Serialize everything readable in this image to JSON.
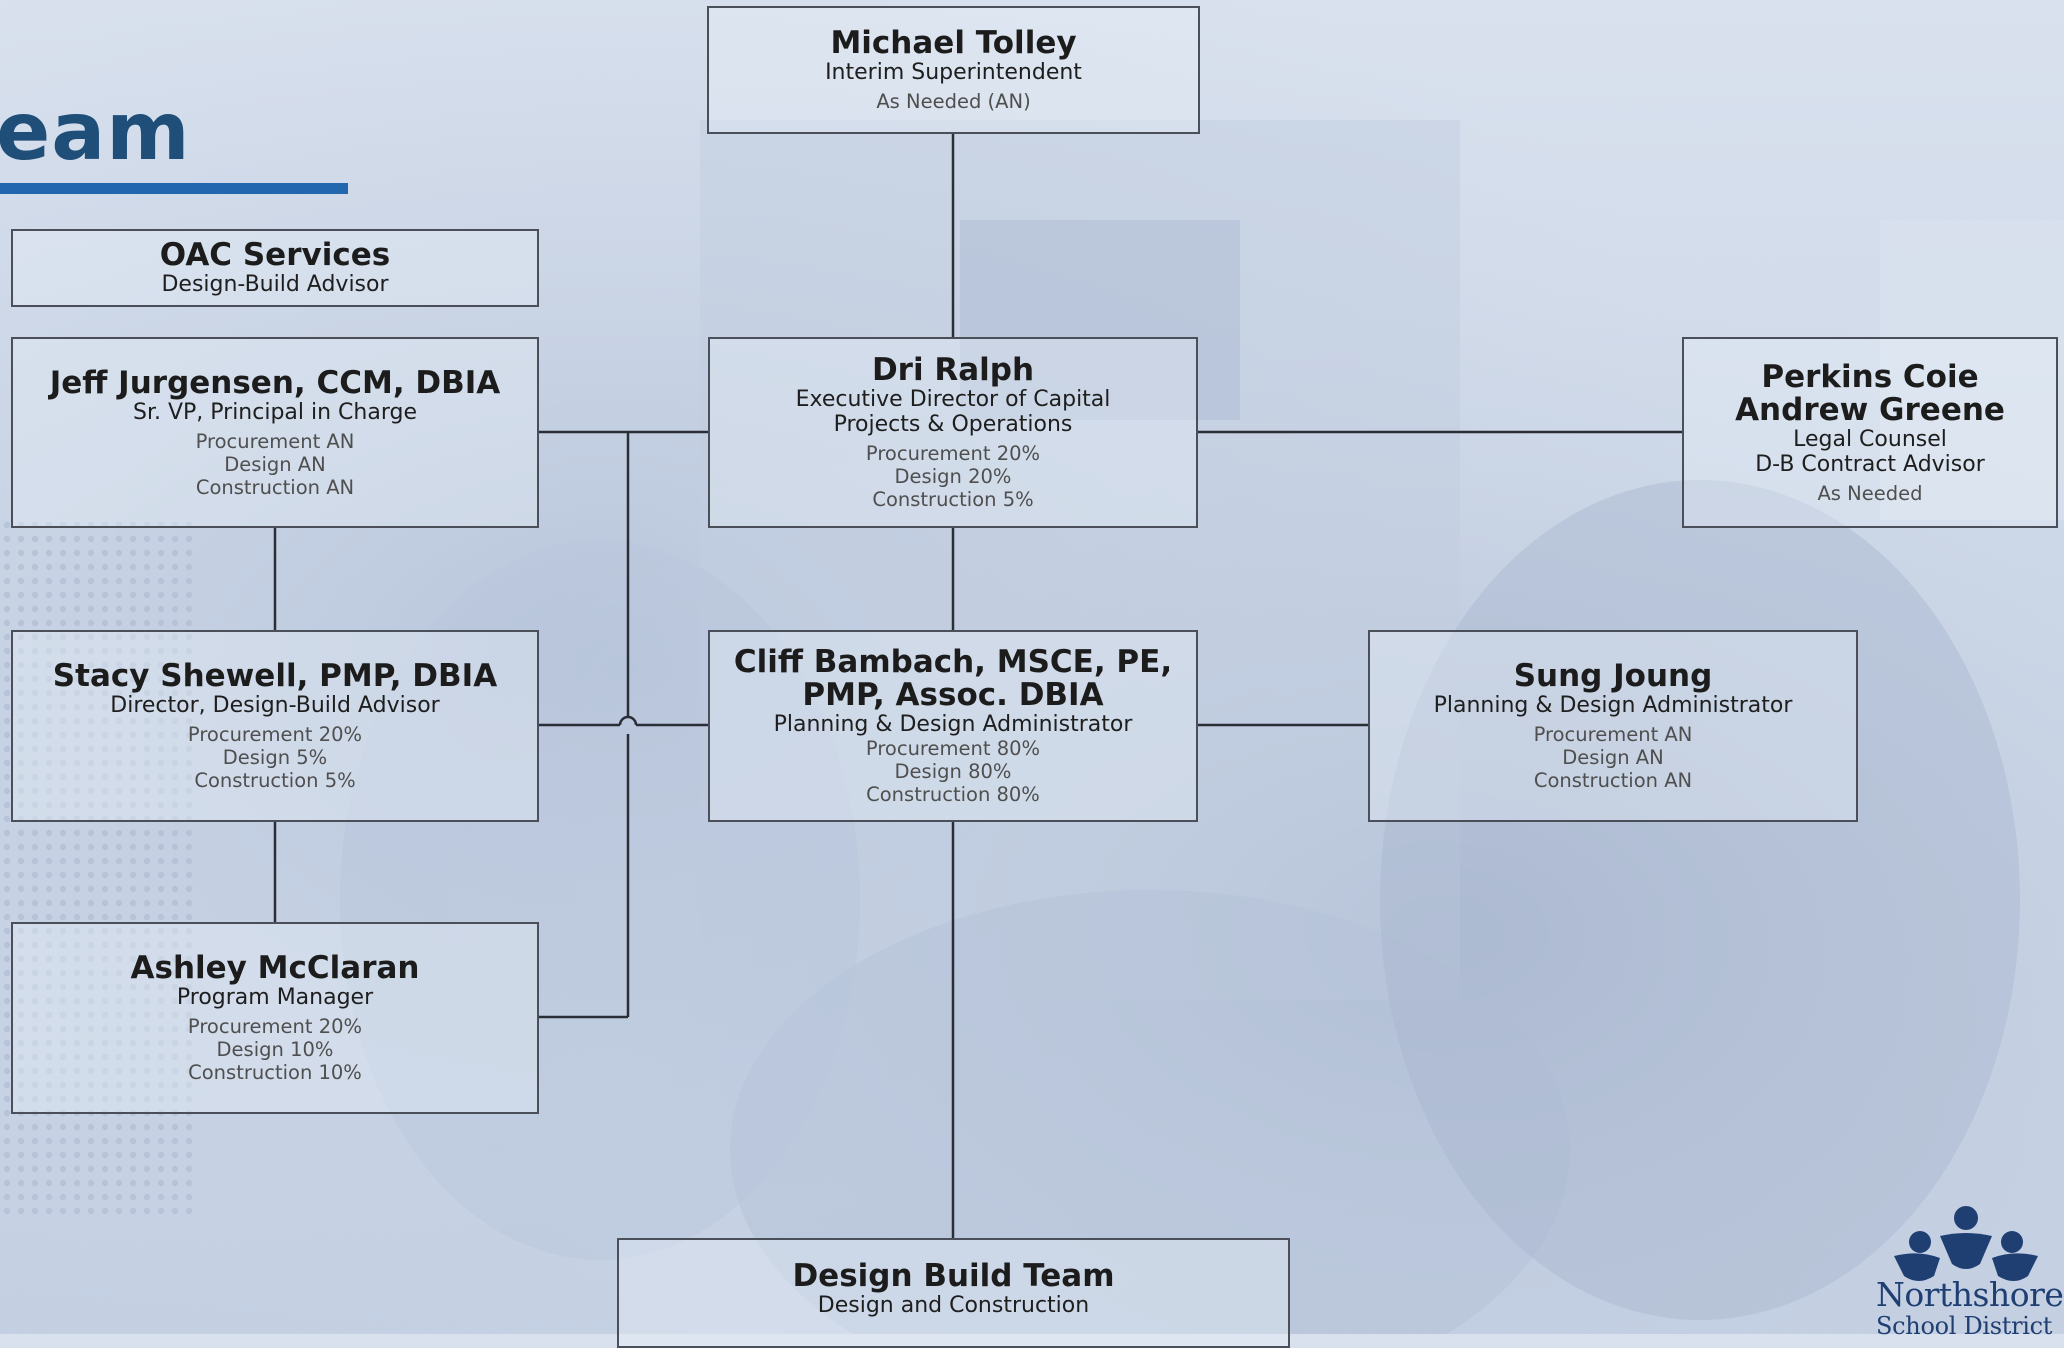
{
  "page": {
    "title_fragment": "eam",
    "accent_color": "#2366b0"
  },
  "nodes": {
    "tolley": {
      "name": "Michael Tolley",
      "role": "Interim Superintendent",
      "alloc": [
        "As Needed (AN)"
      ]
    },
    "oac": {
      "name": "OAC Services",
      "role": "Design-Build Advisor",
      "alloc": []
    },
    "jurgensen": {
      "name": "Jeff Jurgensen, CCM, DBIA",
      "role": "Sr. VP, Principal in Charge",
      "alloc": [
        "Procurement AN",
        "Design AN",
        "Construction AN"
      ]
    },
    "ralph": {
      "name": "Dri Ralph",
      "role": "Executive Director of Capital\nProjects & Operations",
      "alloc": [
        "Procurement 20%",
        "Design 20%",
        "Construction 5%"
      ]
    },
    "perkins": {
      "name": "Perkins Coie\nAndrew Greene",
      "role": "Legal Counsel\nD-B Contract Advisor",
      "alloc": [
        "As Needed"
      ]
    },
    "shewell": {
      "name": "Stacy Shewell, PMP, DBIA",
      "role": "Director, Design-Build Advisor",
      "alloc": [
        "Procurement 20%",
        "Design 5%",
        "Construction 5%"
      ]
    },
    "bambach": {
      "name": "Cliff Bambach, MSCE, PE,\nPMP, Assoc. DBIA",
      "role": "Planning & Design Administrator",
      "alloc": [
        "Procurement 80%",
        "Design 80%",
        "Construction 80%"
      ]
    },
    "joung": {
      "name": "Sung Joung",
      "role": "Planning & Design Administrator",
      "alloc": [
        "Procurement AN",
        "Design AN",
        "Construction AN"
      ]
    },
    "mcclaran": {
      "name": "Ashley McClaran",
      "role": "Program Manager",
      "alloc": [
        "Procurement 20%",
        "Design 10%",
        "Construction 10%"
      ]
    },
    "dbteam": {
      "name": "Design Build Team",
      "role": "Design and Construction",
      "alloc": []
    }
  },
  "logo": {
    "line1": "Northshore",
    "line2": "School District",
    "icon": "northshore-people-icon",
    "color": "#1f3f73"
  }
}
